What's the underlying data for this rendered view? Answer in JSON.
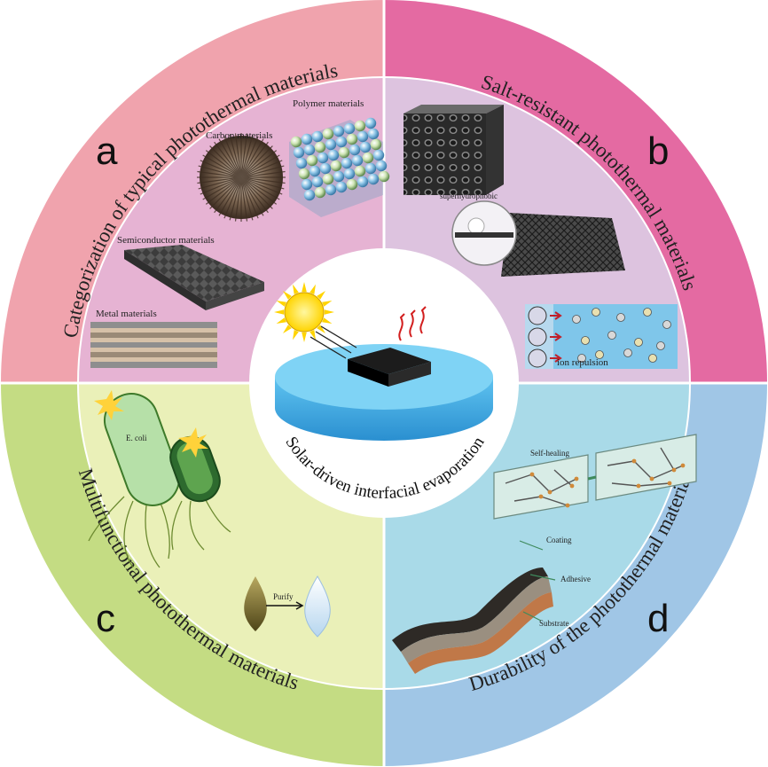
{
  "center": {
    "caption": "Solar-driven interfacial evaporation"
  },
  "quadrants": {
    "a": {
      "letter": "a",
      "title": "Categorization of typical photothermal materials",
      "labels": {
        "polymer": "Polymer materials",
        "carbon": "Carbon materials",
        "semiconductor": "Semiconductor materials",
        "metal": "Metal materials"
      }
    },
    "b": {
      "letter": "b",
      "title": "Salt-resistant photothermal materials",
      "labels": {
        "superhydrophobic": "superhydrophobic",
        "ion": "ion repulsion"
      }
    },
    "c": {
      "letter": "c",
      "title": "Multifunctional photothermal materials",
      "labels": {
        "ecoli": "E. coli",
        "purify": "Purify"
      }
    },
    "d": {
      "letter": "d",
      "title": "Durability of the photothermal materials",
      "labels": {
        "selfhealing": "Self-healing",
        "coating": "Coating",
        "adhesive": "Adhesive",
        "substrate": "Substrate"
      }
    }
  },
  "colors": {
    "a_outer": "#f0a3ad",
    "a_inner": "#e6b3d3",
    "b_outer": "#e46aa2",
    "b_inner": "#ddc3df",
    "c_outer": "#c4dc83",
    "c_inner": "#eaf0b8",
    "d_outer": "#a0c6e6",
    "d_inner": "#a9dae8"
  }
}
